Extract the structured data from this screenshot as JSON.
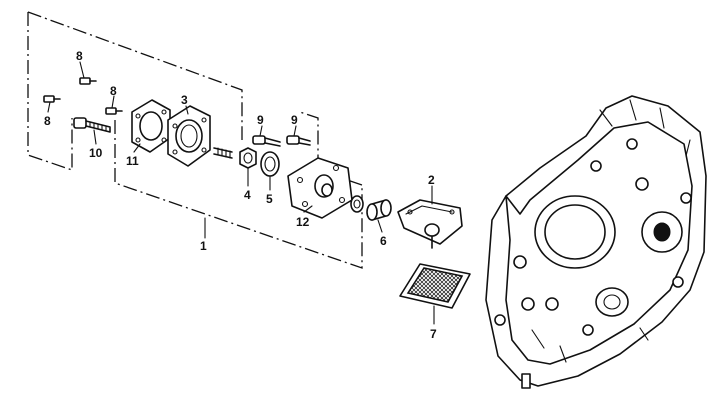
{
  "callouts": [
    {
      "id": "1",
      "text": "1"
    },
    {
      "id": "2",
      "text": "2"
    },
    {
      "id": "3",
      "text": "3"
    },
    {
      "id": "4",
      "text": "4"
    },
    {
      "id": "5",
      "text": "5"
    },
    {
      "id": "6",
      "text": "6"
    },
    {
      "id": "7",
      "text": "7"
    },
    {
      "id": "8a",
      "text": "8"
    },
    {
      "id": "8b",
      "text": "8"
    },
    {
      "id": "8c",
      "text": "8"
    },
    {
      "id": "9a",
      "text": "9"
    },
    {
      "id": "9b",
      "text": "9"
    },
    {
      "id": "10",
      "text": "10"
    },
    {
      "id": "11",
      "text": "11"
    },
    {
      "id": "12",
      "text": "12"
    }
  ],
  "colors": {
    "ink": "#111111",
    "paper": "#ffffff"
  }
}
